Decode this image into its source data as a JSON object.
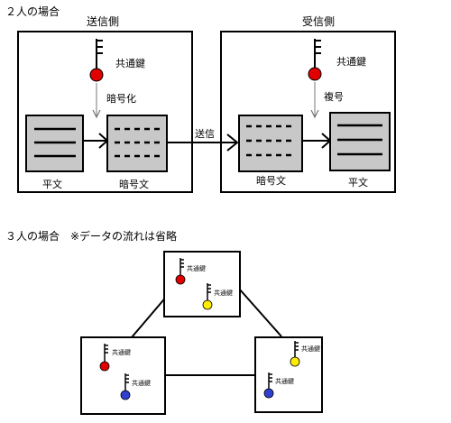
{
  "section1": {
    "title": "２人の場合",
    "sender": {
      "label": "送信側",
      "key_label": "共通鍵",
      "action_label": "暗号化",
      "plaintext_label": "平文",
      "ciphertext_label": "暗号文"
    },
    "transmit_label": "送信",
    "receiver": {
      "label": "受信側",
      "key_label": "共通鍵",
      "action_label": "複号",
      "ciphertext_label": "暗号文",
      "plaintext_label": "平文"
    }
  },
  "section2": {
    "title": "３人の場合　※データの流れは省略",
    "top_box": {
      "key1_label": "共通鍵",
      "key2_label": "共通鍵"
    },
    "left_box": {
      "key1_label": "共通鍵",
      "key2_label": "共通鍵"
    },
    "right_box": {
      "key1_label": "共通鍵",
      "key2_label": "共通鍵"
    }
  },
  "colors": {
    "key_red": "#e00000",
    "key_yellow": "#ffee00",
    "key_blue": "#2f3fd0",
    "doc_gray": "#c8c8c8"
  }
}
